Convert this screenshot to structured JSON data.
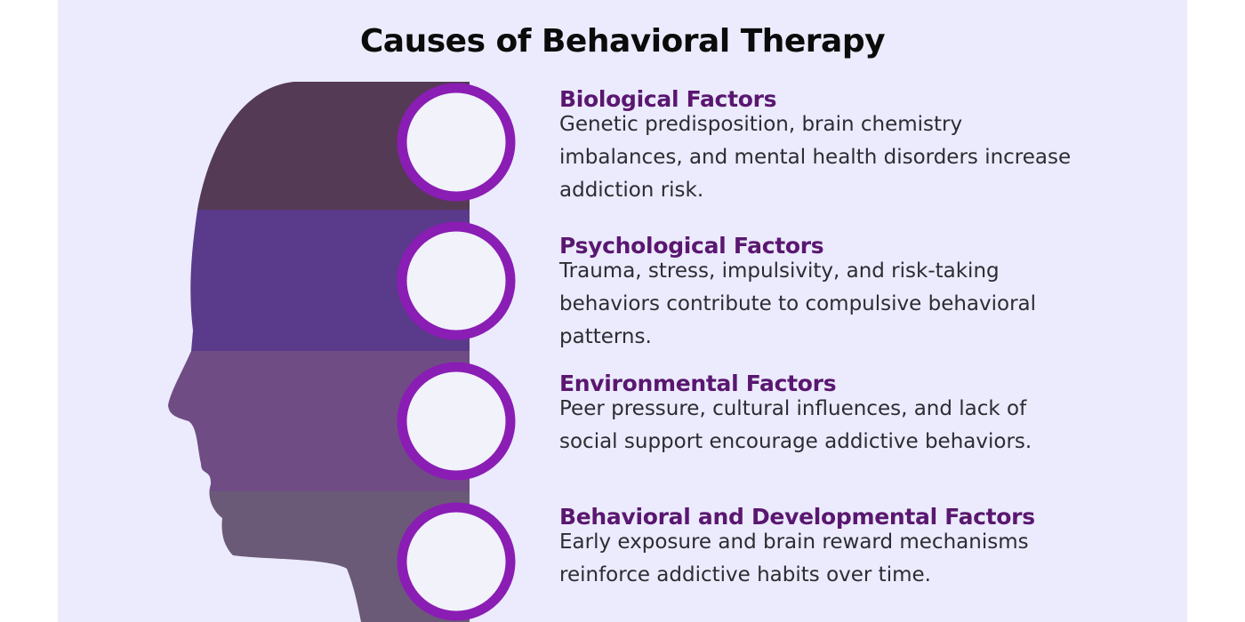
{
  "title": "Causes of Behavioral Therapy",
  "colors": {
    "background": "#ebebfd",
    "band_1": "#553a55",
    "band_2": "#5a3a8a",
    "band_3": "#6f4d84",
    "band_4": "#6a5a78",
    "ring": "#8a1db3",
    "ring_fill": "#f1f2fa",
    "heading": "#5a1770",
    "body_text": "#2c2c33"
  },
  "factors": [
    {
      "heading": "Biological Factors",
      "description": "Genetic predisposition, brain chemistry imbalances, and mental health disorders increase addiction risk."
    },
    {
      "heading": "Psychological Factors",
      "description": "Trauma, stress, impulsivity, and risk-taking behaviors contribute to compulsive behavioral patterns."
    },
    {
      "heading": "Environmental Factors",
      "description": "Peer pressure, cultural influences, and lack of social support encourage addictive behaviors."
    },
    {
      "heading": "Behavioral and Developmental Factors",
      "description": "Early exposure and brain reward mechanisms reinforce addictive habits over time."
    }
  ]
}
